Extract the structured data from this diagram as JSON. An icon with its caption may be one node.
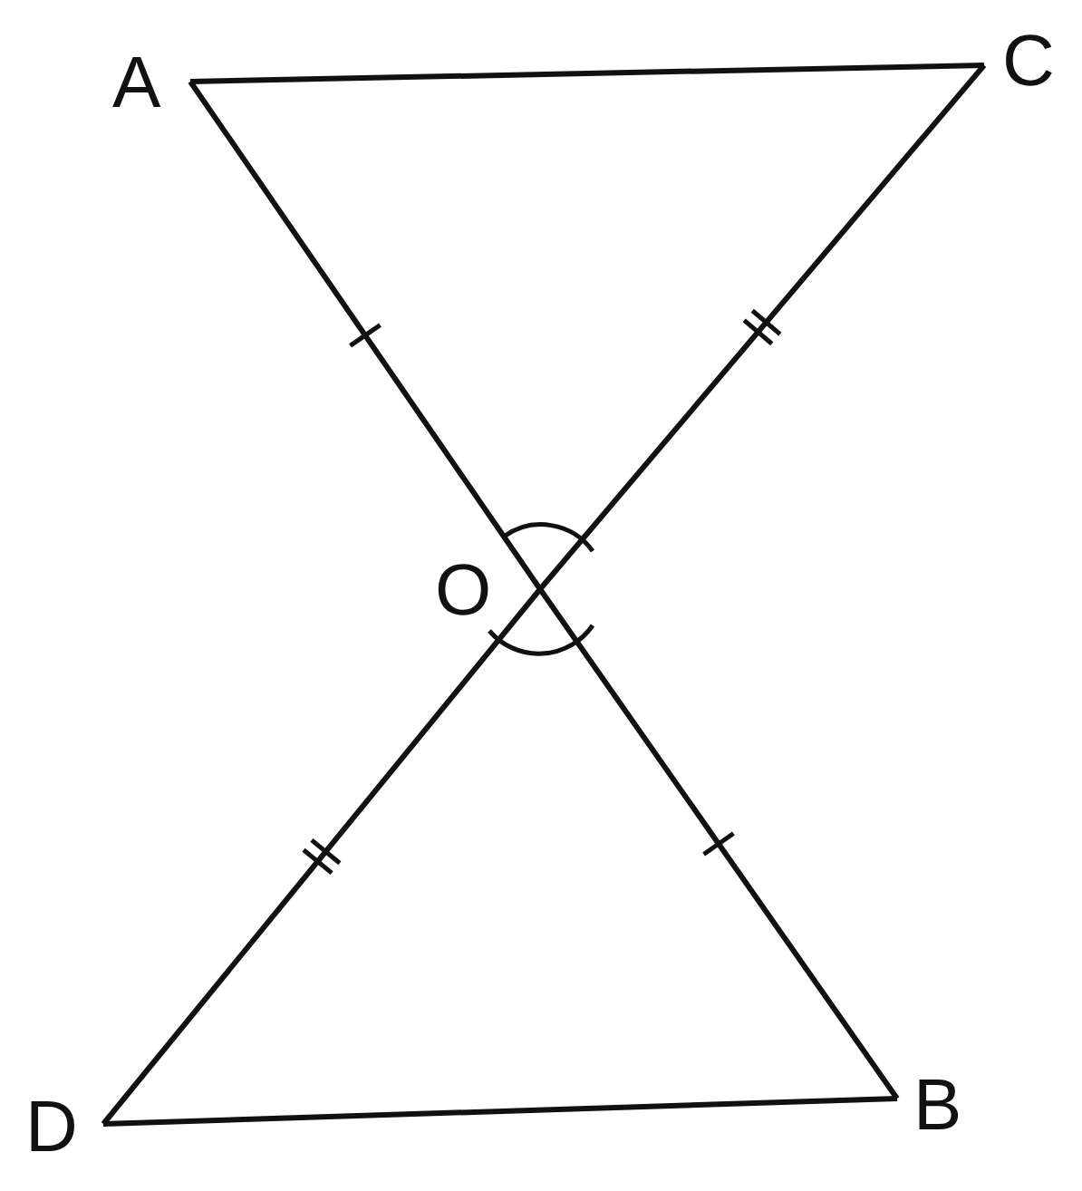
{
  "diagram": {
    "nodes": [
      {
        "text": [
          "A"
        ]
      },
      {
        "text": [
          "C"
        ]
      },
      {
        "text": [
          "O"
        ]
      },
      {
        "text": [
          "D"
        ]
      },
      {
        "text": [
          "B"
        ]
      }
    ],
    "edges": [
      {
        "from": 0,
        "to": 1,
        "arrow": "none"
      },
      {
        "from": 0,
        "to": 2,
        "arrow": "none"
      },
      {
        "from": 1,
        "to": 2,
        "arrow": "none"
      },
      {
        "from": 2,
        "to": 3,
        "arrow": "none"
      },
      {
        "from": 2,
        "to": 4,
        "arrow": "none"
      },
      {
        "from": 3,
        "to": 4,
        "arrow": "none"
      }
    ]
  }
}
